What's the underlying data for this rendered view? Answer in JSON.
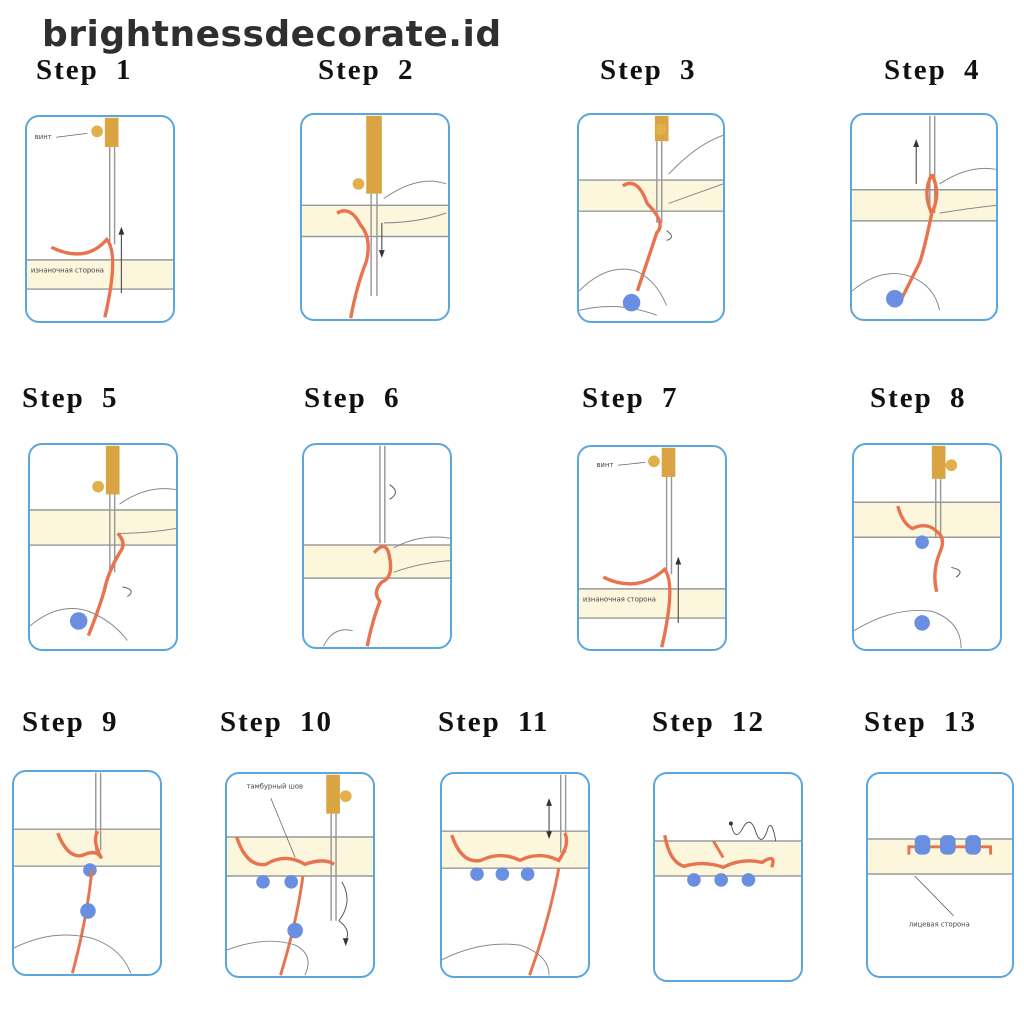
{
  "watermark": "brightnessdecorate.id",
  "colors": {
    "panel_border": "#5aa7e0",
    "thread": "#e8734f",
    "fabric": "#fbf6dc",
    "needle_handle": "#d9a441",
    "bead": "#6b8fe0"
  },
  "steps": [
    {
      "label": "Step 1",
      "annotations": [
        "винт",
        "изнаночная сторона"
      ]
    },
    {
      "label": "Step 2",
      "annotations": []
    },
    {
      "label": "Step 3",
      "annotations": []
    },
    {
      "label": "Step 4",
      "annotations": []
    },
    {
      "label": "Step 5",
      "annotations": []
    },
    {
      "label": "Step 6",
      "annotations": []
    },
    {
      "label": "Step 7",
      "annotations": [
        "винт",
        "изнаночная сторона"
      ]
    },
    {
      "label": "Step 8",
      "annotations": []
    },
    {
      "label": "Step 9",
      "annotations": []
    },
    {
      "label": "Step 10",
      "annotations": [
        "тамбурный шов"
      ]
    },
    {
      "label": "Step 11",
      "annotations": []
    },
    {
      "label": "Step 12",
      "annotations": []
    },
    {
      "label": "Step 13",
      "annotations": [
        "лицевая сторона"
      ]
    }
  ]
}
